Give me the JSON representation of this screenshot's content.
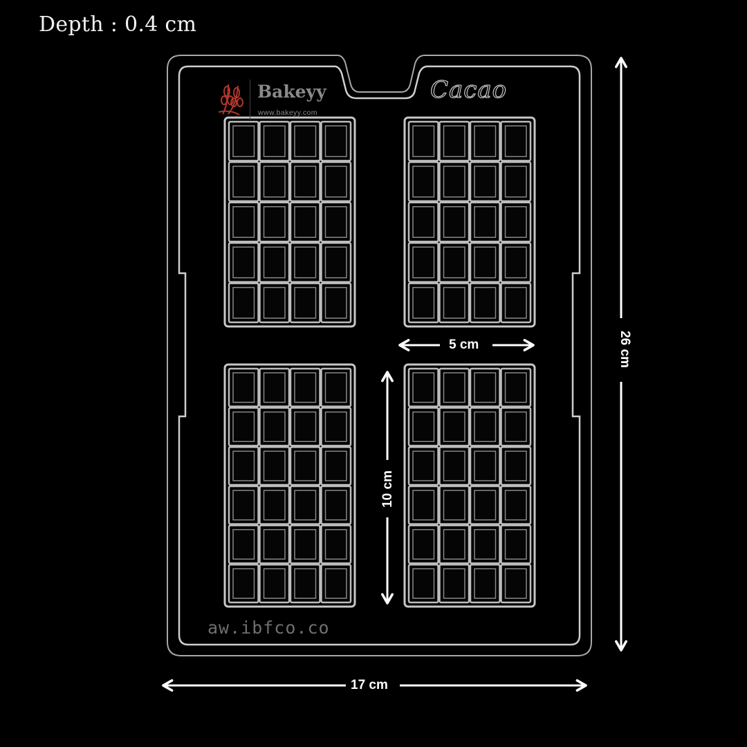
{
  "header": {
    "depth_label": "Depth : 0.4 cm"
  },
  "product": {
    "brand_name": "Bakeyy",
    "brand_url": "www.bakeyy.com",
    "embossed_logo": "Cacao",
    "embossed_bottom_text": "aw.ibfco.co",
    "brand_icon": "wheat-icon",
    "brand_icon_color": "#b5372c",
    "mold_blocks": [
      {
        "position": "top-left",
        "columns": 4,
        "rows": 5
      },
      {
        "position": "top-right",
        "columns": 4,
        "rows": 5
      },
      {
        "position": "bottom-left",
        "columns": 4,
        "rows": 6
      },
      {
        "position": "bottom-right",
        "columns": 4,
        "rows": 6
      }
    ]
  },
  "dimensions": {
    "width_label": "17 cm",
    "height_label": "26 cm",
    "bar_width_label": "5 cm",
    "bar_height_label": "10 cm"
  },
  "colors": {
    "background": "#000000",
    "tray_line": "#bfbfbf",
    "annotation": "#ffffff"
  }
}
